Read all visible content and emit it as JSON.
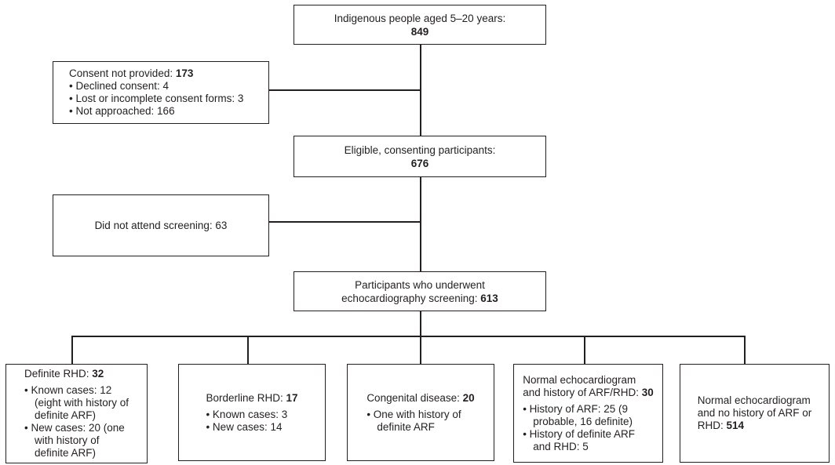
{
  "meta": {
    "background_color": "#ffffff",
    "box_border_color": "#231f20",
    "text_color": "#231f20",
    "diagram_type": "study participant flowchart"
  },
  "nodes": {
    "population": {
      "lines": [
        "Indigenous people aged 5–20 years:",
        "**849**"
      ]
    },
    "consent_not_provided": {
      "lines": [
        "Consent not provided: **173**",
        "• Declined consent: 4",
        "• Lost or incomplete consent forms: 3",
        "• Not approached: 166"
      ]
    },
    "eligible": {
      "lines": [
        "Eligible, consenting participants:",
        "**676**"
      ]
    },
    "did_not_attend": {
      "lines": [
        "Did not attend screening: 63"
      ]
    },
    "screened": {
      "lines": [
        "Participants who underwent",
        "echocardiography screening: **613**"
      ]
    },
    "definite_rhd": {
      "lines": [
        "Definite RHD: **32**",
        "• Known cases: 12",
        "~(eight with history of",
        "~definite ARF)",
        "• New cases: 20 (one",
        "~with history of",
        "~definite ARF)"
      ]
    },
    "borderline_rhd": {
      "lines": [
        "Borderline RHD: **17**",
        "• Known cases: 3",
        "• New cases: 14"
      ]
    },
    "congenital_disease": {
      "lines": [
        "Congenital disease: **20**",
        "• One with history of",
        "~definite ARF"
      ]
    },
    "normal_echo_with_history": {
      "lines": [
        "Normal echocardiogram",
        "and history of ARF/RHD: **30**",
        "• History of ARF: 25 (9",
        "~probable, 16 definite)",
        "• History of definite ARF",
        "~and RHD: 5"
      ]
    },
    "normal_echo_no_history": {
      "lines": [
        "Normal echocardiogram",
        "and no history of ARF or",
        "RHD: **514**"
      ]
    }
  }
}
